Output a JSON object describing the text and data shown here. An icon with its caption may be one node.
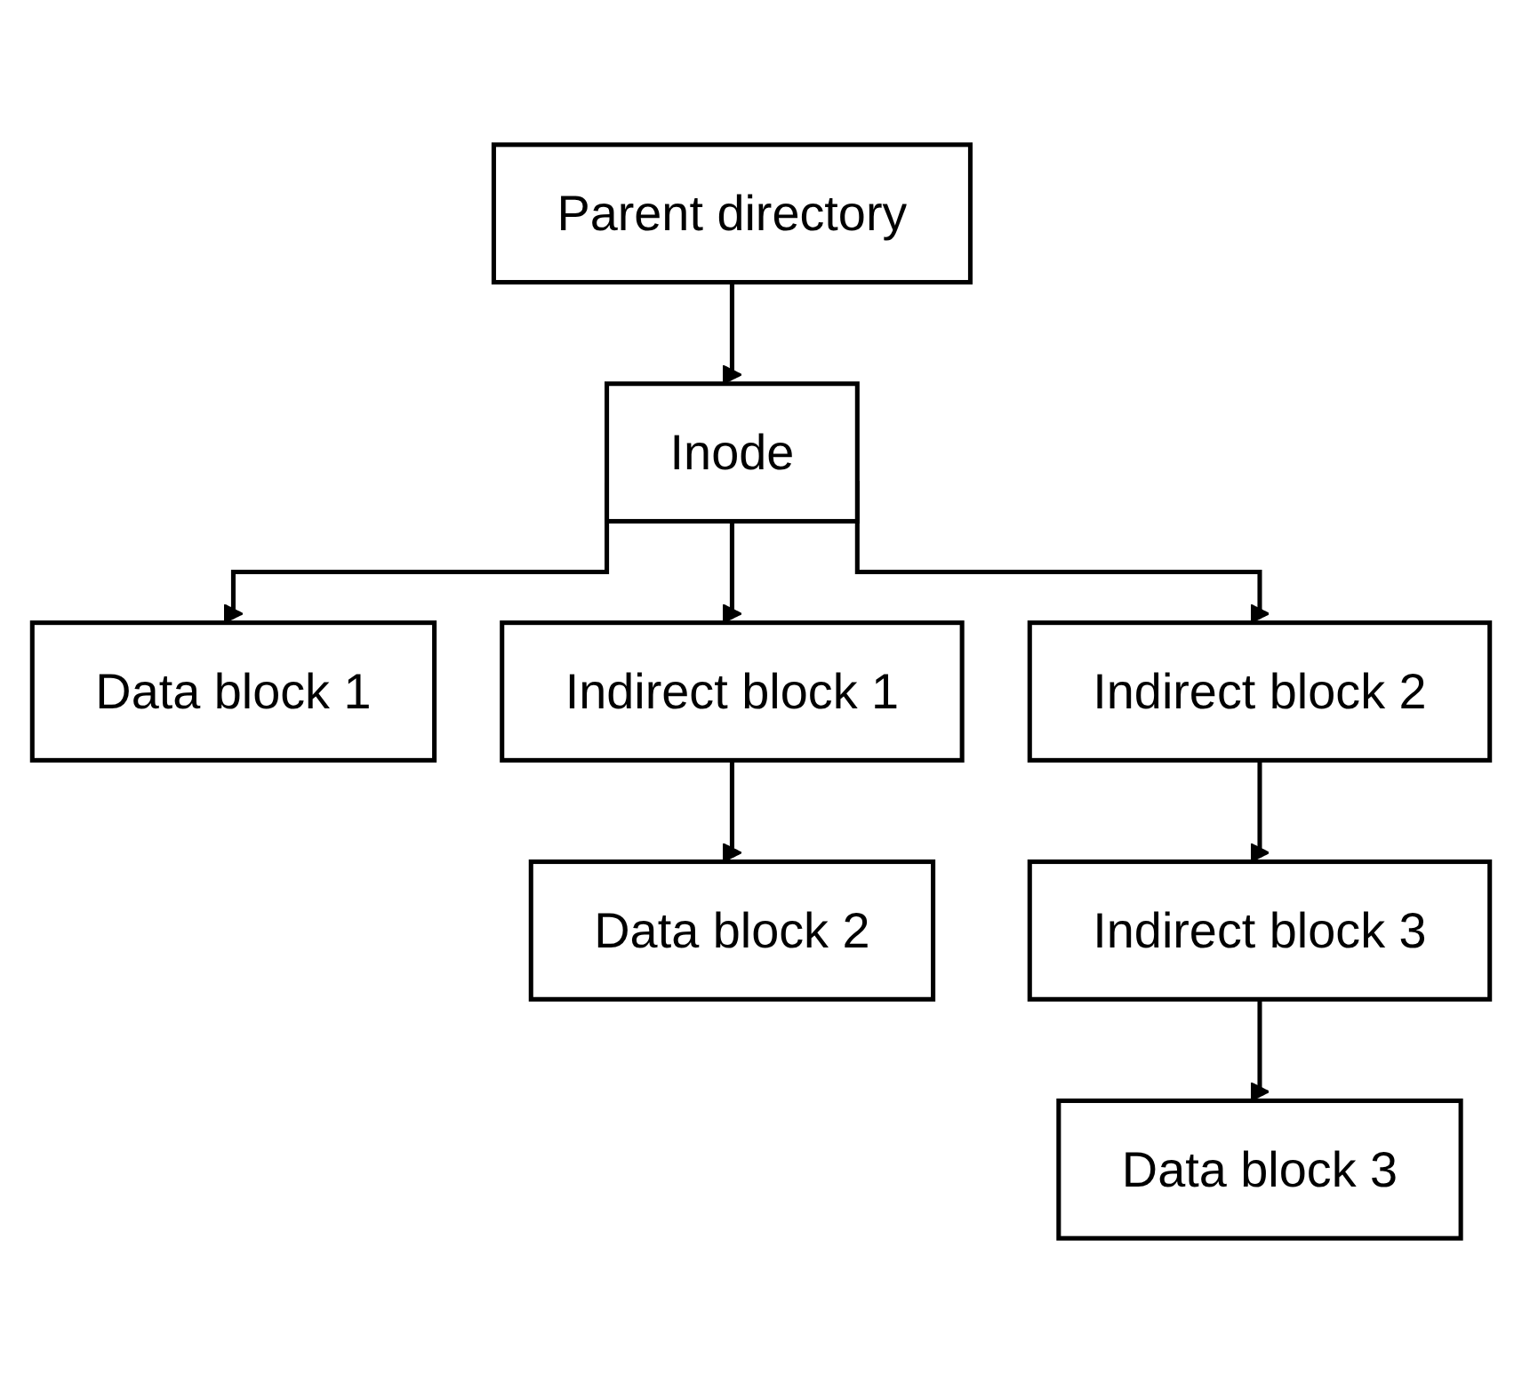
{
  "diagram": {
    "nodes": [
      {
        "text": [
          "Parent directory"
        ]
      },
      {
        "text": [
          "Inode"
        ]
      },
      {
        "text": [
          "Data block 1"
        ]
      },
      {
        "text": [
          "Indirect block 1"
        ]
      },
      {
        "text": [
          "Indirect block 2"
        ]
      },
      {
        "text": [
          "Data block 2"
        ]
      },
      {
        "text": [
          "Indirect block 3"
        ]
      },
      {
        "text": [
          "Data block 3"
        ]
      }
    ],
    "edges": [
      {
        "from": 0,
        "to": 1,
        "arrow": "to"
      },
      {
        "from": 1,
        "to": 2,
        "arrow": "to"
      },
      {
        "from": 1,
        "to": 3,
        "arrow": "to"
      },
      {
        "from": 1,
        "to": 4,
        "arrow": "to"
      },
      {
        "from": 3,
        "to": 5,
        "arrow": "to"
      },
      {
        "from": 4,
        "to": 6,
        "arrow": "to"
      },
      {
        "from": 6,
        "to": 7,
        "arrow": "to"
      }
    ]
  }
}
